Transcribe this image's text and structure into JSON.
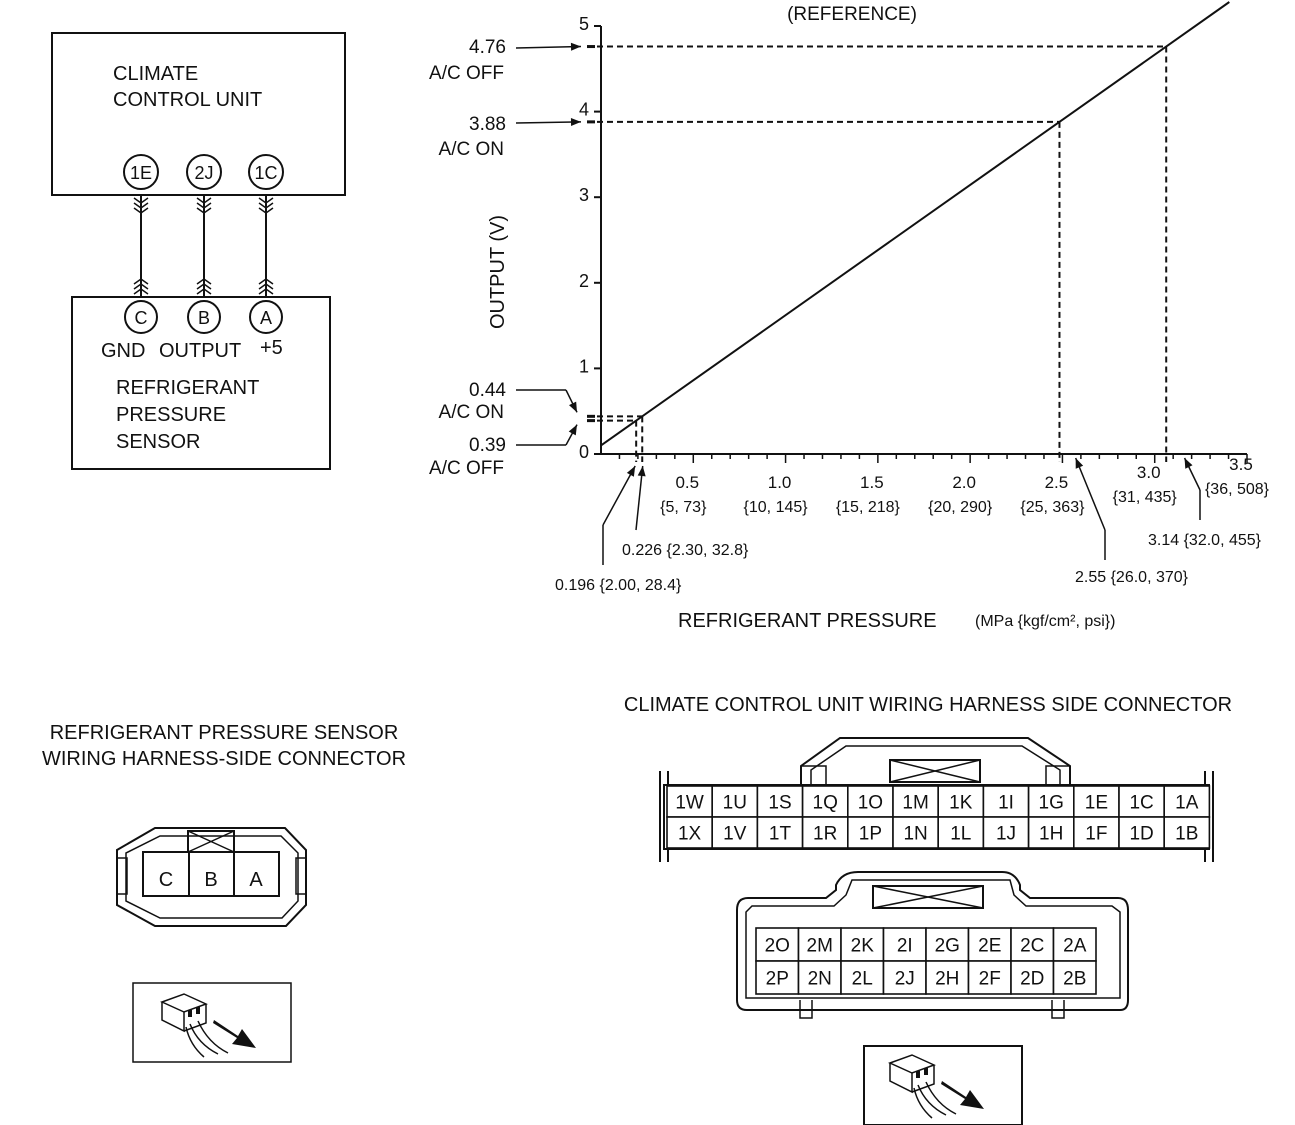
{
  "wiring": {
    "ccu_label": [
      "CLIMATE",
      "CONTROL UNIT"
    ],
    "ccu_pins": [
      "1E",
      "2J",
      "1C"
    ],
    "sensor_pins": [
      "C",
      "B",
      "A"
    ],
    "sensor_pin_functions": [
      "GND",
      "OUTPUT",
      "+5"
    ],
    "sensor_label": [
      "REFRIGERANT",
      "PRESSURE",
      "SENSOR"
    ]
  },
  "chart_data": {
    "type": "line",
    "title": "(REFERENCE)",
    "ylabel": "OUTPUT (V)",
    "xlabel": "REFRIGERANT PRESSURE",
    "xlabel_unit": "(MPa {kgf/cm², psi})",
    "xlim": [
      0,
      3.5
    ],
    "ylim": [
      0,
      5
    ],
    "y_ticks": [
      "0",
      "1",
      "2",
      "3",
      "4",
      "5"
    ],
    "x_ticks": [
      {
        "value": 0.5,
        "label": "0.5",
        "sub": "{5, 73}"
      },
      {
        "value": 1.0,
        "label": "1.0",
        "sub": "{10, 145}"
      },
      {
        "value": 1.5,
        "label": "1.5",
        "sub": "{15, 218}"
      },
      {
        "value": 2.0,
        "label": "2.0",
        "sub": "{20, 290}"
      },
      {
        "value": 2.5,
        "label": "2.5",
        "sub": "{25, 363}"
      },
      {
        "value": 3.0,
        "label": "3.0",
        "sub": "{31, 435}"
      },
      {
        "value": 3.5,
        "label": "3.5",
        "sub": "{36, 508}"
      }
    ],
    "line": {
      "x": [
        0,
        3.45
      ],
      "y": [
        0.1,
        5.35
      ]
    },
    "voltage_callouts": [
      {
        "value": "4.76",
        "state": "A/C OFF",
        "y": 4.76
      },
      {
        "value": "3.88",
        "state": "A/C ON",
        "y": 3.88
      },
      {
        "value": "0.44",
        "state": "A/C ON",
        "y": 0.44
      },
      {
        "value": "0.39",
        "state": "A/C OFF",
        "y": 0.39
      }
    ],
    "pressure_callouts": [
      {
        "text": "0.196 {2.00, 28.4}",
        "x": 0.196
      },
      {
        "text": "0.226 {2.30, 32.8}",
        "x": 0.226
      },
      {
        "text": "2.55 {26.0, 370}",
        "x": 2.55
      },
      {
        "text": "3.14 {32.0, 455}",
        "x": 3.14
      }
    ]
  },
  "sensor_connector": {
    "title": [
      "REFRIGERANT PRESSURE SENSOR",
      "WIRING HARNESS-SIDE CONNECTOR"
    ],
    "pins": [
      "C",
      "B",
      "A"
    ]
  },
  "ccu_connector": {
    "title": "CLIMATE CONTROL UNIT WIRING HARNESS SIDE CONNECTOR",
    "conn1_top": [
      "1W",
      "1U",
      "1S",
      "1Q",
      "1O",
      "1M",
      "1K",
      "1I",
      "1G",
      "1E",
      "1C",
      "1A"
    ],
    "conn1_bottom": [
      "1X",
      "1V",
      "1T",
      "1R",
      "1P",
      "1N",
      "1L",
      "1J",
      "1H",
      "1F",
      "1D",
      "1B"
    ],
    "conn2_top": [
      "2O",
      "2M",
      "2K",
      "2I",
      "2G",
      "2E",
      "2C",
      "2A"
    ],
    "conn2_bottom": [
      "2P",
      "2N",
      "2L",
      "2J",
      "2H",
      "2F",
      "2D",
      "2B"
    ]
  }
}
